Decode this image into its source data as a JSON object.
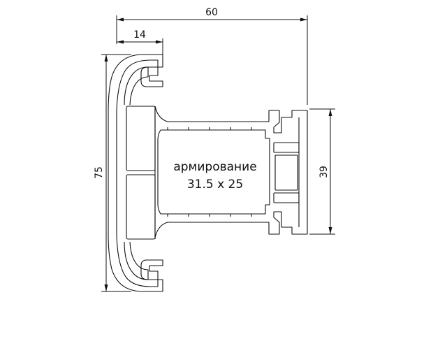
{
  "dimensions": {
    "overall_width": "60",
    "flange_width": "14",
    "overall_height": "75",
    "insert_height": "39"
  },
  "reinforcement": {
    "label": "армирование",
    "size": "31.5 x 25"
  }
}
